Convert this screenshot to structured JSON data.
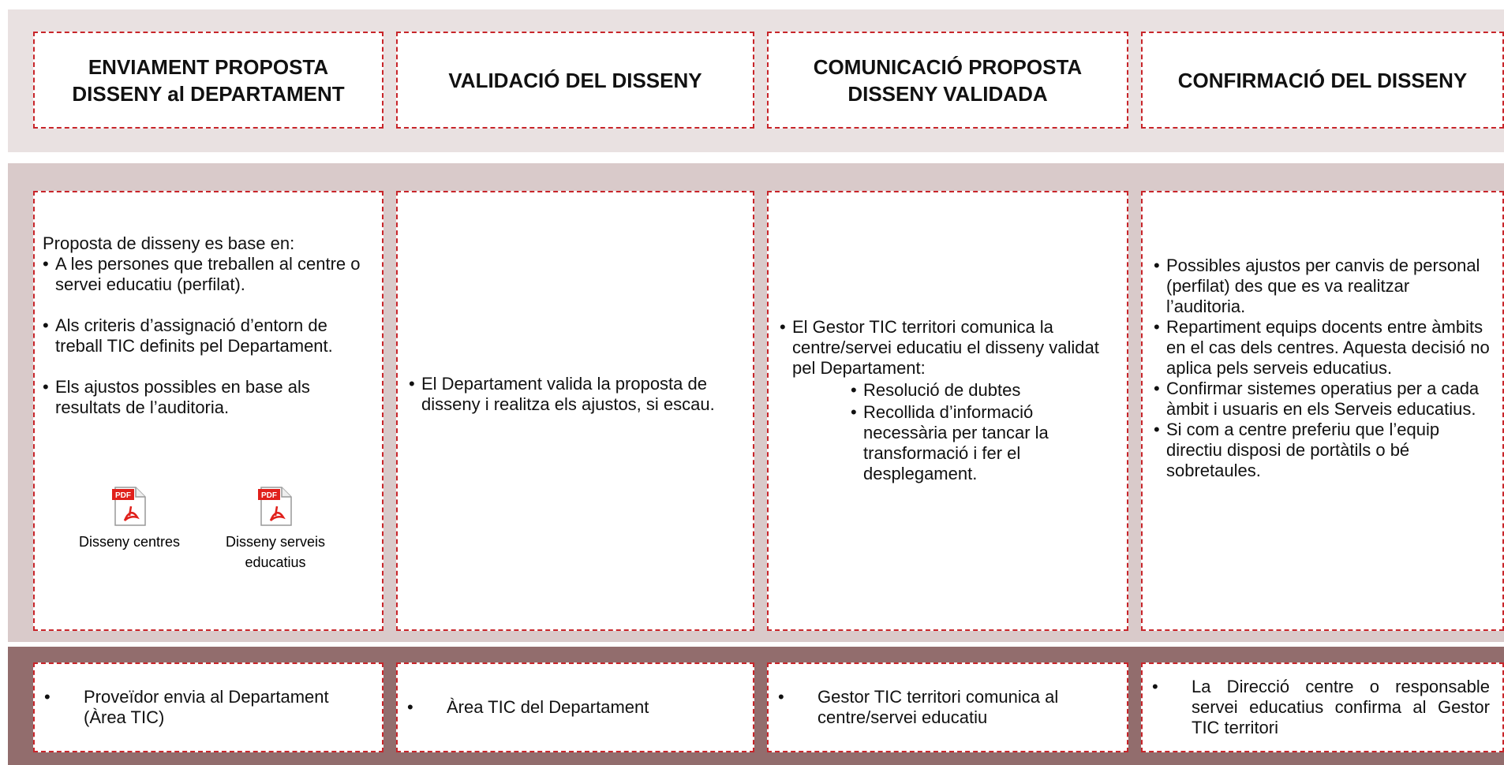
{
  "headers": [
    "ENVIAMENT PROPOSTA DISSENY al DEPARTAMENT",
    "VALIDACIÓ DEL DISSENY",
    "COMUNICACIÓ PROPOSTA DISSENY VALIDADA",
    "CONFIRMACIÓ DEL DISSENY"
  ],
  "col1": {
    "intro": "Proposta de disseny es base en:",
    "items": [
      "A les persones que treballen al centre o servei educatiu (perfilat).",
      "Als criteris d’assignació d’entorn de treball TIC definits pel Departament.",
      "Els ajustos possibles en base als resultats de l’auditoria."
    ],
    "files": [
      {
        "badge": "PDF",
        "label": "Disseny centres"
      },
      {
        "badge": "PDF",
        "label": "Disseny serveis educatius"
      }
    ]
  },
  "col2": {
    "items": [
      "El Departament valida la proposta de disseny i realitza els ajustos, si escau."
    ]
  },
  "col3": {
    "items": [
      "El Gestor TIC territori comunica la centre/servei educatiu el disseny validat pel Departament:"
    ],
    "subitems": [
      "Resolució de dubtes",
      "Recollida d’informació necessària per tancar la transformació i fer el desplegament."
    ]
  },
  "col4": {
    "items": [
      "Possibles ajustos per canvis de personal (perfilat) des que es va realitzar l’auditoria.",
      "Repartiment equips docents entre àmbits en el cas dels centres. Aquesta decisió no aplica pels serveis educatius.",
      "Confirmar sistemes operatius per a cada àmbit i usuaris en els Serveis educatius.",
      "Si com a centre preferiu que l’equip directiu disposi de portàtils o bé sobretaules."
    ]
  },
  "footer": [
    "Proveïdor envia al Departament (Àrea TIC)",
    "Àrea TIC del Departament",
    "Gestor TIC territori comunica al centre/servei educatiu",
    "La Direcció centre o responsable servei educatius confirma al Gestor TIC territori"
  ],
  "colors": {
    "border": "#c8252a",
    "band_top": "#e9e1e1",
    "band_mid": "#d9caca",
    "band_bottom": "#926d6d",
    "pdf_red": "#e0201b"
  }
}
